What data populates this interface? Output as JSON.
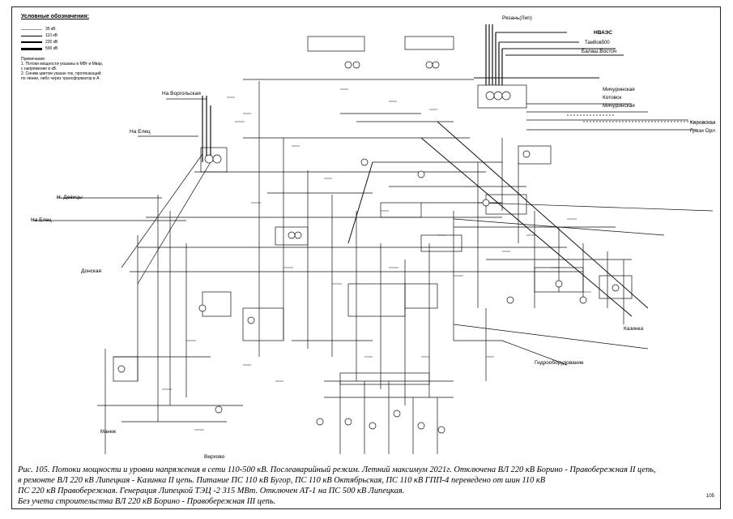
{
  "legend": {
    "title": "Условные обозначения:",
    "items": [
      {
        "label": "35 кВ",
        "color": "#9a9a9a"
      },
      {
        "label": "110 кВ",
        "color": "#000000"
      },
      {
        "label": "220 кВ",
        "color": "#000000"
      },
      {
        "label": "500 кВ",
        "color": "#000000"
      }
    ]
  },
  "note": {
    "heading": "Примечание:",
    "line1": "1. Потоки мощности указаны в МВт и Мвар,",
    "line2": "с напряжение в кВ.",
    "line3": "2. Синим цветом указан ток, протекающий",
    "line4": "по линии, либо через трансформатор в А"
  },
  "labels": {
    "ryazan": "Рязань(Лип)",
    "nvaes": "НВАЭС",
    "tambov": "Тамбов500",
    "balash": "Балаш.Восточ",
    "michurinskaya1": "Мичуринская",
    "kotovsk": "Котовск",
    "michurinskaya2": "Мичуринская",
    "kirovskaya": "Кировская",
    "gryazi": "Грязи Орл",
    "na_vorgolskaya": "На Воргольская",
    "na_elets1": "На Елец",
    "n_devitsy": "Н. Девицы",
    "na_elets2": "На Елец",
    "donskaya": "Донская",
    "kazinka": "Казинка",
    "gidrooborudovanie": "Гидрооборудование",
    "verkhovo": "Верхово",
    "manezh": "Манеж"
  },
  "caption": {
    "line1": "Рис. 105. Потоки мощности и уровни напряжения в сети 110-500 кВ. Послеаварийный режим. Летний максимум 2021г. Отключена ВЛ 220 кВ Борино -  Правобережная  II  цепь,",
    "line2": "в ремонте ВЛ 220 кВ Липецкая - Казинка  II  цепь. Питание ПС 110 кВ Бугор, ПС 110 кВ Октябрьская, ПС 110 кВ ГПП-4  переведено от шин 110 кВ",
    "line3": "ПС 220 кВ Правобережная. Генерация Липецкой ТЭЦ -2 315 МВт. Отключен АТ-1 на ПС 500 кВ Липецкая.",
    "line4": "Без учета строительства ВЛ 220 кВ Борино - Правобережная  III  цепь."
  },
  "page_number": "105"
}
